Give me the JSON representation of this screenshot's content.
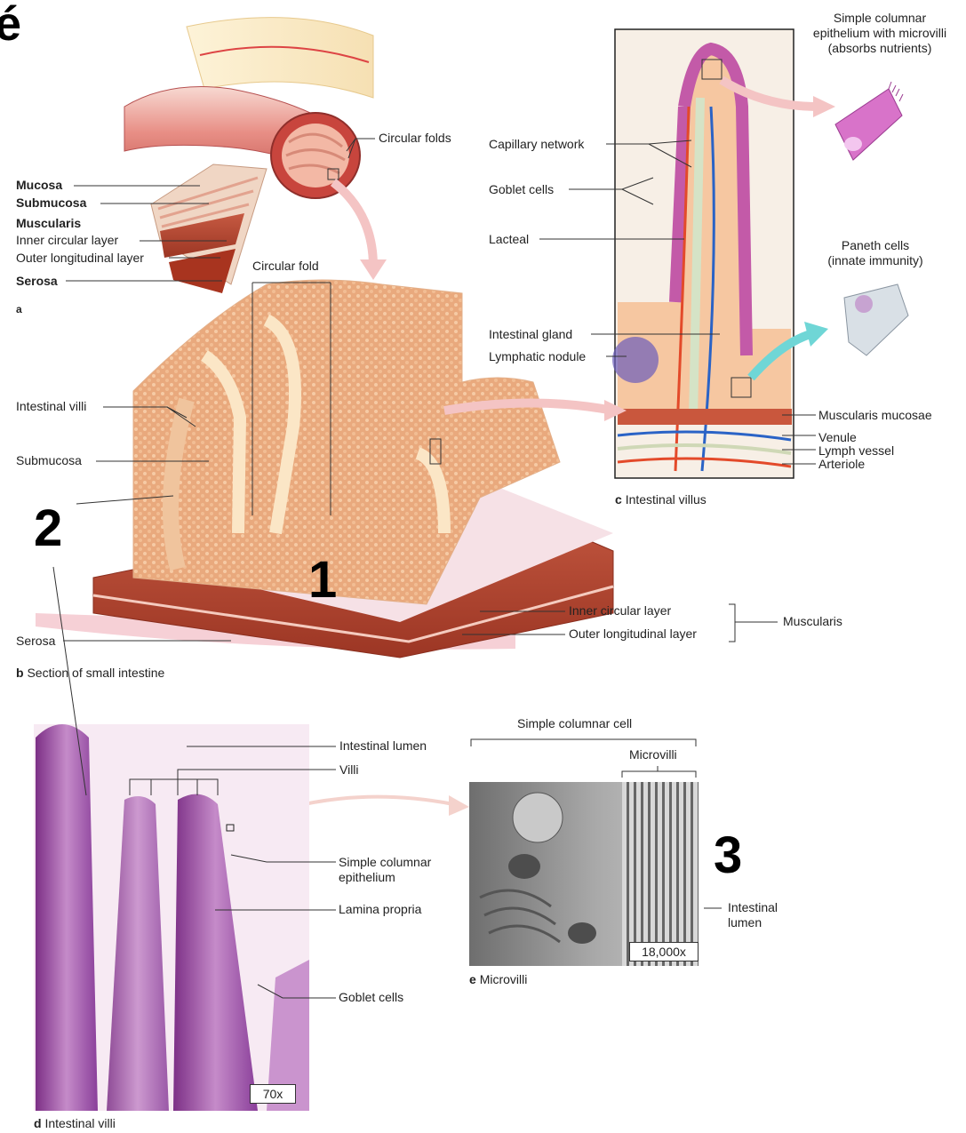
{
  "corner_glyph": "é",
  "panel_a": {
    "label": "a",
    "circular_folds": "Circular folds",
    "mucosa": "Mucosa",
    "submucosa": "Submucosa",
    "muscularis": "Muscularis",
    "inner_circular": "Inner circular layer",
    "outer_longitudinal": "Outer longitudinal layer",
    "serosa": "Serosa"
  },
  "panel_b": {
    "caption_letter": "b",
    "caption_text": "Section of small intestine",
    "circular_fold": "Circular fold",
    "intestinal_villi": "Intestinal villi",
    "submucosa": "Submucosa",
    "serosa": "Serosa",
    "inner_circular": "Inner circular layer",
    "outer_longitudinal": "Outer longitudinal layer",
    "muscularis": "Muscularis"
  },
  "panel_c": {
    "caption_letter": "c",
    "caption_text": "Intestinal villus",
    "simple_columnar_1": "Simple columnar",
    "simple_columnar_2": "epithelium with microvilli",
    "simple_columnar_3": "(absorbs nutrients)",
    "capillary_network": "Capillary network",
    "goblet_cells": "Goblet cells",
    "lacteal": "Lacteal",
    "paneth_1": "Paneth cells",
    "paneth_2": "(innate immunity)",
    "intestinal_gland": "Intestinal gland",
    "lymphatic_nodule": "Lymphatic nodule",
    "muscularis_mucosae": "Muscularis mucosae",
    "venule": "Venule",
    "lymph_vessel": "Lymph vessel",
    "arteriole": "Arteriole"
  },
  "panel_d": {
    "caption_letter": "d",
    "caption_text": "Intestinal villi",
    "intestinal_lumen": "Intestinal lumen",
    "villi": "Villi",
    "simple_columnar_1": "Simple columnar",
    "simple_columnar_2": "epithelium",
    "lamina_propria": "Lamina propria",
    "goblet_cells": "Goblet cells",
    "magnification": "70x"
  },
  "panel_e": {
    "caption_letter": "e",
    "caption_text": "Microvilli",
    "simple_columnar_cell": "Simple columnar cell",
    "microvilli": "Microvilli",
    "intestinal_lumen_1": "Intestinal",
    "intestinal_lumen_2": "lumen",
    "magnification": "18,000x"
  },
  "markers": [
    "1",
    "2",
    "3"
  ],
  "colors": {
    "tissue_pink": "#e9a08f",
    "villus_tan": "#e9b98f",
    "muscle_red": "#b4432d",
    "histology_purple": "#8a3f9a",
    "em_gray": "#8a8a8a",
    "arrow_pink": "#f4c4c4",
    "arrow_teal": "#6fd6d6"
  }
}
